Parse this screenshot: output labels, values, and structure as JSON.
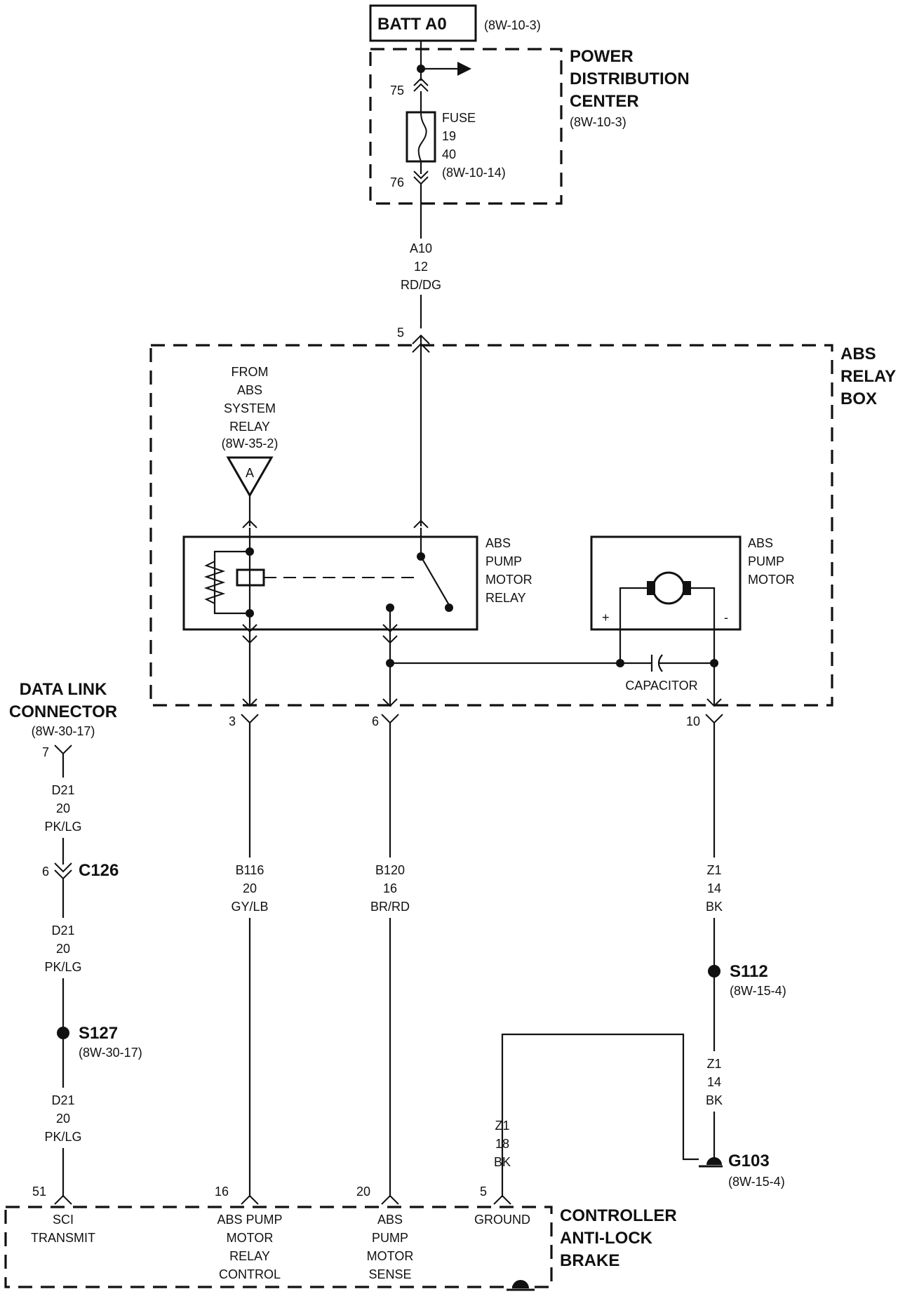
{
  "battery": {
    "label": "BATT A0",
    "ref": "(8W-10-3)"
  },
  "pdc": {
    "title": [
      "POWER",
      "DISTRIBUTION",
      "CENTER"
    ],
    "ref": "(8W-10-3)"
  },
  "fuse": {
    "pin_top": "75",
    "pin_bottom": "76",
    "lines": [
      "FUSE",
      "19",
      "40",
      "(8W-10-14)"
    ]
  },
  "wire_a10": {
    "circuit": "A10",
    "gauge": "12",
    "color": "RD/DG"
  },
  "relay_box": {
    "title": [
      "ABS",
      "RELAY",
      "BOX"
    ],
    "pin_in": "5",
    "pin_3": "3",
    "pin_6": "6",
    "pin_10": "10"
  },
  "from_relay": {
    "lines": [
      "FROM",
      "ABS",
      "SYSTEM",
      "RELAY",
      "(8W-35-2)"
    ],
    "connector": "A"
  },
  "pump_relay": {
    "lines": [
      "ABS",
      "PUMP",
      "MOTOR",
      "RELAY"
    ]
  },
  "pump_motor": {
    "lines": [
      "ABS",
      "PUMP",
      "MOTOR"
    ],
    "plus": "+",
    "minus": "-"
  },
  "capacitor": {
    "label": "CAPACITOR"
  },
  "dlc": {
    "title": [
      "DATA LINK",
      "CONNECTOR"
    ],
    "ref": "(8W-30-17)",
    "pin": "7"
  },
  "wire_d21": {
    "circuit": "D21",
    "gauge": "20",
    "color": "PK/LG"
  },
  "c126": {
    "label": "C126",
    "pin": "6"
  },
  "s127": {
    "label": "S127",
    "ref": "(8W-30-17)"
  },
  "wire_b116": {
    "circuit": "B116",
    "gauge": "20",
    "color": "GY/LB"
  },
  "wire_b120": {
    "circuit": "B120",
    "gauge": "16",
    "color": "BR/RD"
  },
  "wire_z1_a": {
    "circuit": "Z1",
    "gauge": "14",
    "color": "BK"
  },
  "s112": {
    "label": "S112",
    "ref": "(8W-15-4)"
  },
  "wire_z1_b": {
    "circuit": "Z1",
    "gauge": "14",
    "color": "BK"
  },
  "wire_z1_c": {
    "circuit": "Z1",
    "gauge": "18",
    "color": "BK"
  },
  "g103": {
    "label": "G103",
    "ref": "(8W-15-4)"
  },
  "controller": {
    "title": [
      "CONTROLLER",
      "ANTI-LOCK",
      "BRAKE"
    ],
    "pins": [
      {
        "num": "51",
        "lines": [
          "SCI",
          "TRANSMIT"
        ]
      },
      {
        "num": "16",
        "lines": [
          "ABS PUMP",
          "MOTOR",
          "RELAY",
          "CONTROL"
        ]
      },
      {
        "num": "20",
        "lines": [
          "ABS",
          "PUMP",
          "MOTOR",
          "SENSE"
        ]
      },
      {
        "num": "5",
        "lines": [
          "GROUND"
        ]
      }
    ]
  }
}
